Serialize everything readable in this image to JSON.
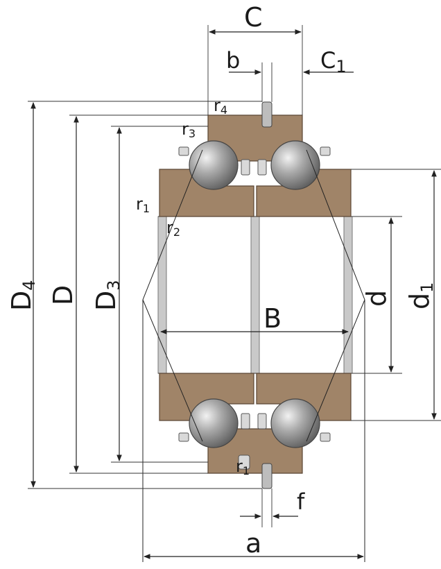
{
  "diagram": {
    "labels": {
      "C": "C",
      "b": "b",
      "C1_main": "C",
      "C1_sub": "1",
      "r4_main": "r",
      "r4_sub": "4",
      "r3_main": "r",
      "r3_sub": "3",
      "r1_main": "r",
      "r1_sub": "1",
      "r2_main": "r",
      "r2_sub": "2",
      "D4_main": "D",
      "D4_sub": "4",
      "D": "D",
      "D3_main": "D",
      "D3_sub": "3",
      "B": "B",
      "d": "d",
      "d1_main": "d",
      "d1_sub": "1",
      "r1_bottom_main": "r",
      "r1_bottom_sub": "1",
      "f": "f",
      "a": "a"
    },
    "colors": {
      "ring": "#a08468",
      "ball": "#9a9a9a",
      "shaft": "#c9c9c9",
      "line": "#222222"
    }
  }
}
